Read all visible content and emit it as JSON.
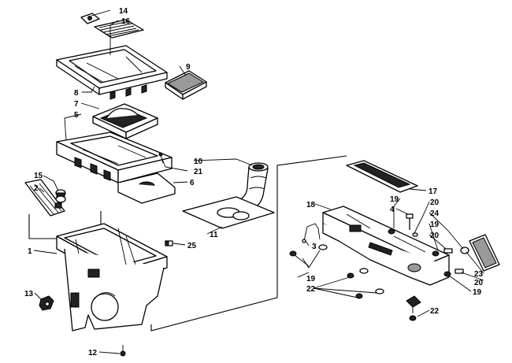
{
  "diagram": {
    "callouts": [
      {
        "id": "c14a",
        "label": "14"
      },
      {
        "id": "c16",
        "label": "16"
      },
      {
        "id": "c9",
        "label": "9"
      },
      {
        "id": "c8",
        "label": "8"
      },
      {
        "id": "c7",
        "label": "7"
      },
      {
        "id": "c5",
        "label": "5"
      },
      {
        "id": "c10",
        "label": "10"
      },
      {
        "id": "c21",
        "label": "21"
      },
      {
        "id": "c6",
        "label": "6"
      },
      {
        "id": "c15",
        "label": "15"
      },
      {
        "id": "c2",
        "label": "2"
      },
      {
        "id": "c11",
        "label": "11"
      },
      {
        "id": "c25",
        "label": "25"
      },
      {
        "id": "c1",
        "label": "1"
      },
      {
        "id": "c13",
        "label": "13"
      },
      {
        "id": "c12",
        "label": "12"
      },
      {
        "id": "c17",
        "label": "17"
      },
      {
        "id": "c18",
        "label": "18"
      },
      {
        "id": "c19a",
        "label": "19"
      },
      {
        "id": "c4",
        "label": "4"
      },
      {
        "id": "c20a",
        "label": "20"
      },
      {
        "id": "c24",
        "label": "24"
      },
      {
        "id": "c19b",
        "label": "19"
      },
      {
        "id": "c20b",
        "label": "20"
      },
      {
        "id": "c3",
        "label": "3"
      },
      {
        "id": "c19c",
        "label": "19"
      },
      {
        "id": "c22a",
        "label": "22"
      },
      {
        "id": "c23",
        "label": "23"
      },
      {
        "id": "c20c",
        "label": "20"
      },
      {
        "id": "c19d",
        "label": "19"
      },
      {
        "id": "c22b",
        "label": "22"
      }
    ]
  }
}
